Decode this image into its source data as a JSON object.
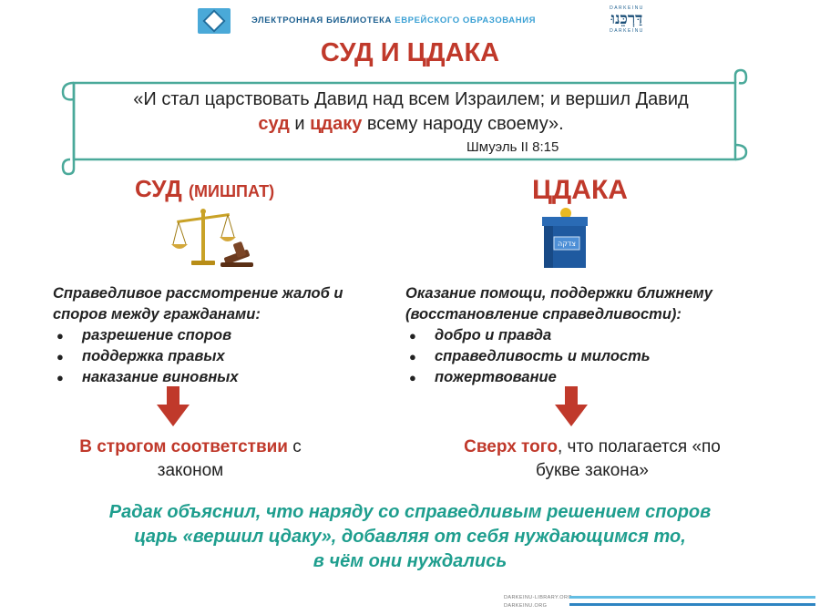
{
  "header": {
    "library_title_part1": "ЭЛЕКТРОННАЯ БИБЛИОТЕКА",
    "library_title_part2": "ЕВРЕЙСКОГО ОБРАЗОВАНИЯ",
    "brand_top": "DARKEINU",
    "brand_hebrew": "דַּרְכֵּנוּ",
    "brand_bottom": "DARKEINU"
  },
  "title": "СУД И ЦДАКА",
  "quote": {
    "part1": "«И стал царствовать Давид над всем Израилем; и вершил Давид",
    "word1": "суд",
    "conj": "и",
    "word2": "цдаку",
    "part2": "всему народу своему».",
    "source": "Шмуэль II 8:15"
  },
  "left": {
    "title": "СУД",
    "subtitle": "(МИШПАТ)",
    "icon": "scales-and-gavel-icon",
    "description": "Справедливое рассмотрение жалоб и споров между гражданами:",
    "bullets": [
      "разрешение споров",
      "поддержка правых",
      "наказание виновных"
    ],
    "result_highlight": "В строгом соответствии",
    "result_rest1": "с",
    "result_rest2": "законом"
  },
  "right": {
    "title": "ЦДАКА",
    "icon": "tzedakah-box-icon",
    "box_label": "צדקה",
    "description": "Оказание помощи, поддержки ближнему (восстановление справедливости):",
    "bullets": [
      "добро и правда",
      "справедливость и милость",
      "пожертвование"
    ],
    "result_highlight": "Сверх того",
    "result_rest1": ", что полагается «по",
    "result_rest2": "букве закона»"
  },
  "conclusion": {
    "line1": "Радак объяснил, что наряду со справедливым решением споров",
    "line2": "царь «вершил цдаку», добавляя от себя нуждающимся то,",
    "line3": "в чём они нуждались"
  },
  "footer": {
    "link1": "DARKEINU-LIBRARY.ORG",
    "link2": "DARKEINU.ORG"
  },
  "colors": {
    "accent_red": "#c0392b",
    "teal": "#1e9e8e",
    "brand_blue": "#1c5f8f",
    "light_blue": "#4aa9d8"
  }
}
